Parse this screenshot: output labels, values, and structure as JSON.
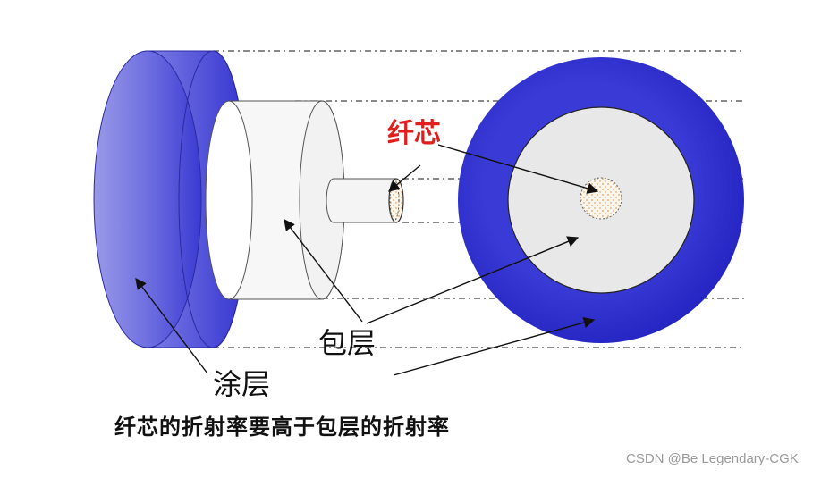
{
  "labels": {
    "core": "纤芯",
    "cladding": "包层",
    "coating": "涂层",
    "note": "纤芯的折射率要高于包层的折射率"
  },
  "watermark": {
    "credit": "CSDN @Be Legendary-CGK"
  },
  "colors": {
    "coating_dark": "#2e2ed0",
    "coating_light": "#8a8ae8",
    "cladding": "#e6e6e6",
    "core_label": "#e01e1e",
    "core_dots": "#e0a060"
  }
}
